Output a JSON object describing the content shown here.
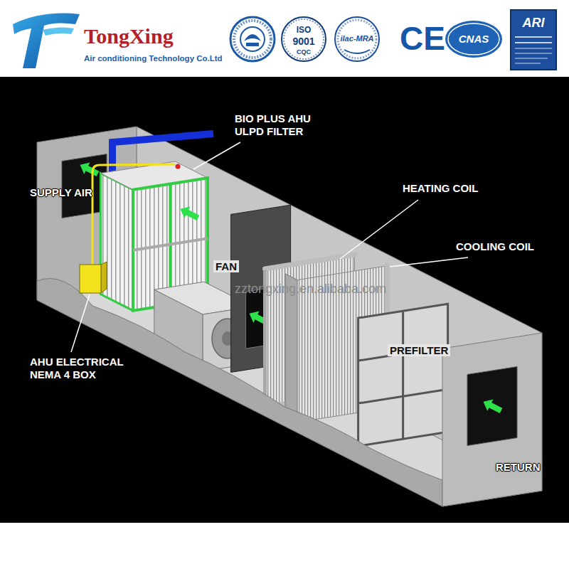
{
  "diagram": {
    "labels": [
      "TongXing",
      "Air conditioning Technology Co.Ltd",
      "ISO",
      "9001",
      "CQC",
      "ilac-MRA",
      "CE",
      "CNAS",
      "ARI",
      "SUPPLY AIR",
      "BIO PLUS AHU ULPD FILTER",
      "HEATING COIL",
      "COOLING COIL",
      "FAN",
      "PREFILTER",
      "AHU ELECTRICAL NEMA 4 BOX",
      "RETURN",
      "zztongxing.en.alibaba.com"
    ]
  }
}
